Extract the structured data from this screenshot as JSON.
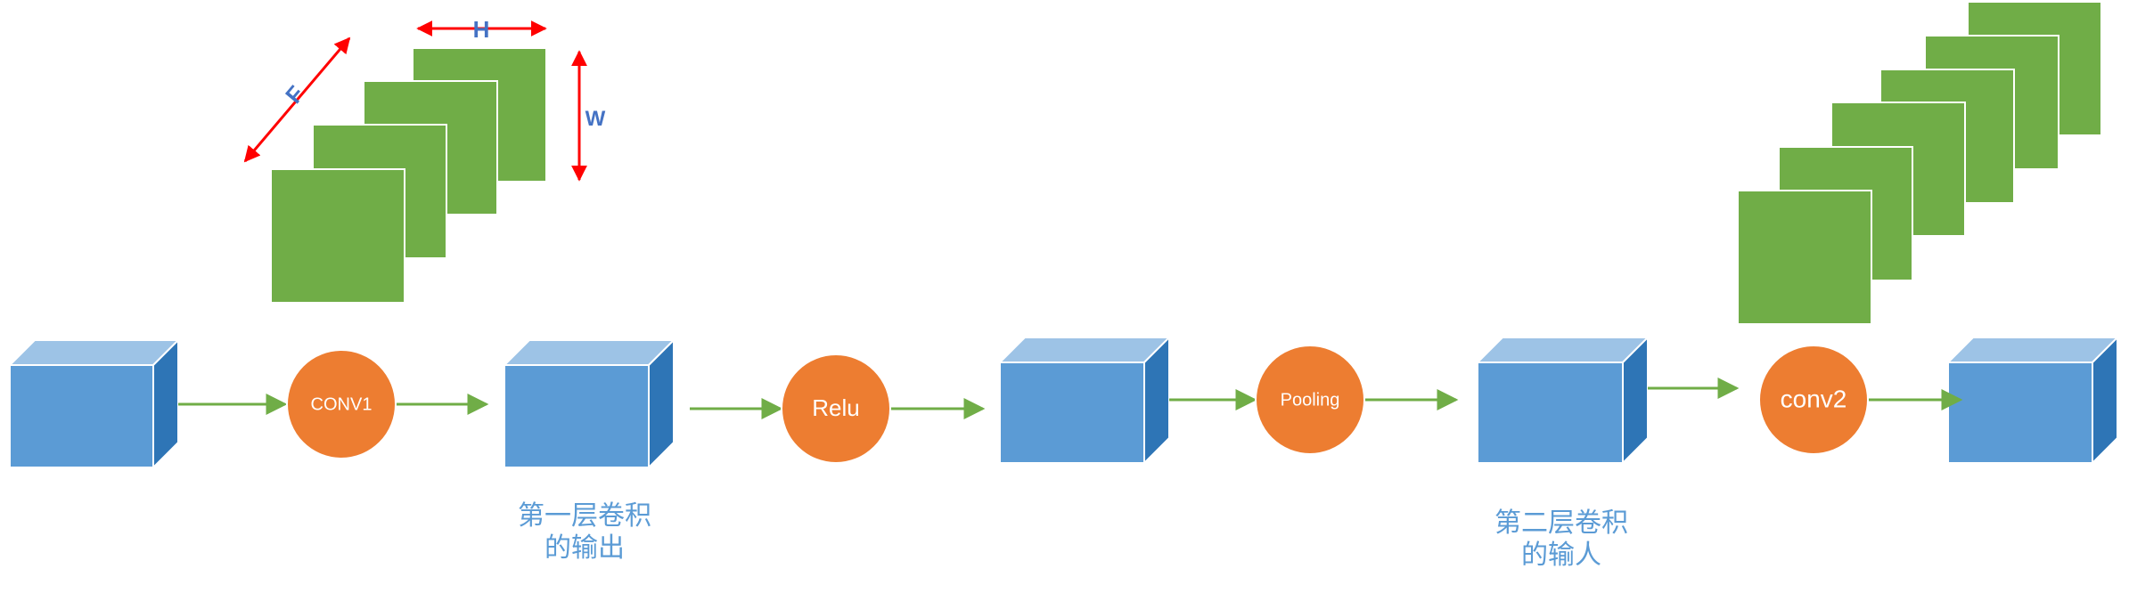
{
  "dimension_labels": {
    "depth": "F",
    "height": "H",
    "width": "W"
  },
  "nodes": {
    "conv1": "CONV1",
    "relu": "Relu",
    "pooling": "Pooling",
    "conv2": "conv2"
  },
  "captions": {
    "first_layer_output": {
      "line1": "第一层卷积",
      "line2": "的输出"
    },
    "second_layer_input": {
      "line1": "第二层卷积",
      "line2": "的输人"
    }
  },
  "colors": {
    "cube_front": "#5b9bd5",
    "cube_top": "#9dc3e6",
    "cube_side": "#2e75b6",
    "filter_green": "#70ad47",
    "node_orange": "#ed7d31",
    "arrow_green": "#70ad47",
    "dimension_arrow_red": "#ff0000",
    "caption_blue": "#5b9bd5"
  }
}
